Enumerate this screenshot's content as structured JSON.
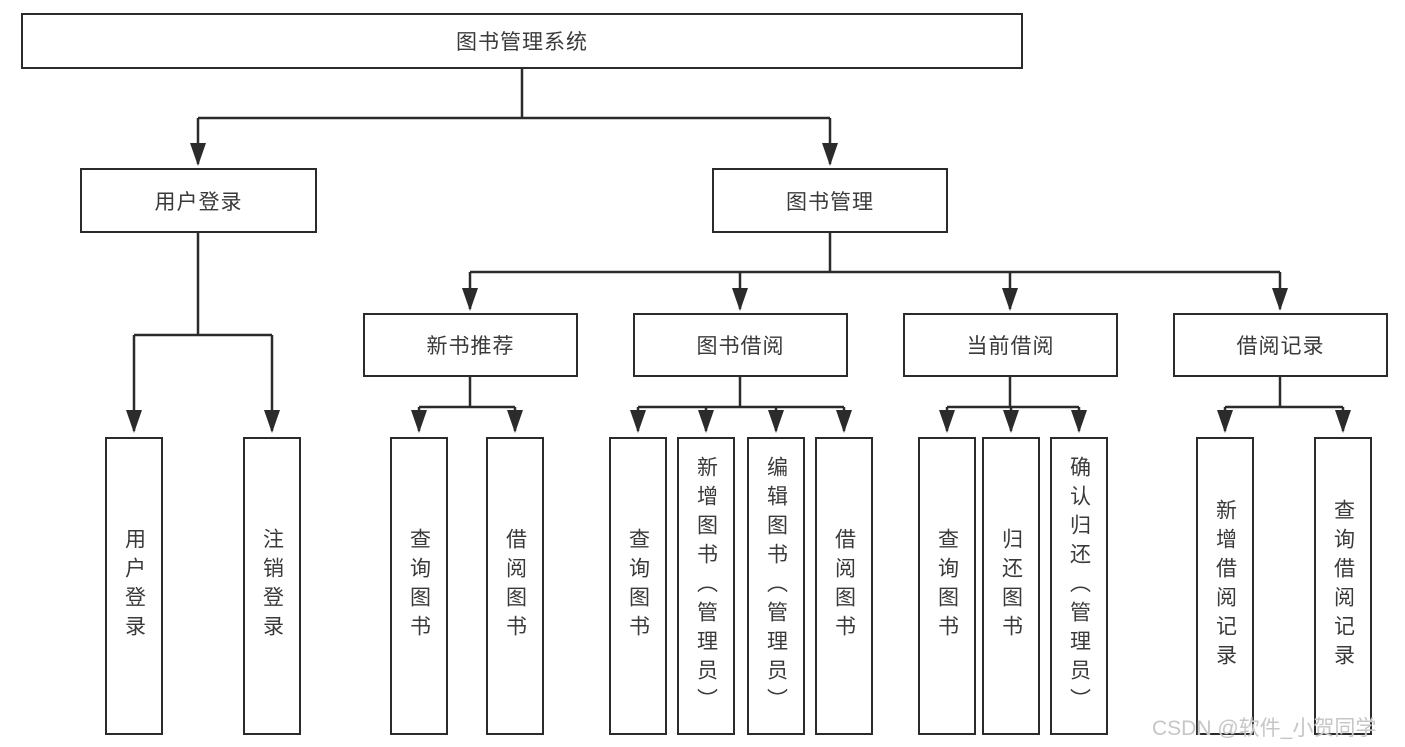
{
  "tree": {
    "label": "图书管理系统",
    "children": [
      {
        "label": "用户登录",
        "children": [
          {
            "label": "用户登录"
          },
          {
            "label": "注销登录"
          }
        ]
      },
      {
        "label": "图书管理",
        "children": [
          {
            "label": "新书推荐",
            "children": [
              {
                "label": "查询图书"
              },
              {
                "label": "借阅图书"
              }
            ]
          },
          {
            "label": "图书借阅",
            "children": [
              {
                "label": "查询图书"
              },
              {
                "label": "新增图书（管理员）"
              },
              {
                "label": "编辑图书（管理员）"
              },
              {
                "label": "借阅图书"
              }
            ]
          },
          {
            "label": "当前借阅",
            "children": [
              {
                "label": "查询图书"
              },
              {
                "label": "归还图书"
              },
              {
                "label": "确认归还（管理员）"
              }
            ]
          },
          {
            "label": "借阅记录",
            "children": [
              {
                "label": "新增借阅记录"
              },
              {
                "label": "查询借阅记录"
              }
            ]
          }
        ]
      }
    ]
  },
  "watermark": {
    "text": "CSDN @软件_小贺同学"
  },
  "colors": {
    "line": "#2b2b2b",
    "box_border": "#2b2b2b",
    "text": "#3a3a3a",
    "watermark": "#c6c6c6",
    "background": "#ffffff"
  }
}
